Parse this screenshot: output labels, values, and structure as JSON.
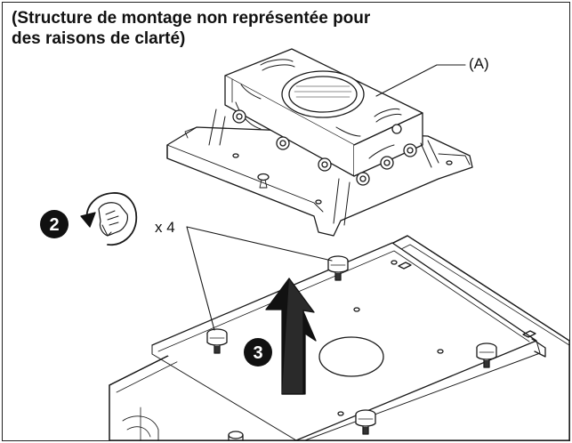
{
  "caption": {
    "line1": "(Structure de montage non représentée pour",
    "line2": "des raisons de clarté)"
  },
  "callout_A": "(A)",
  "quantity_label": "x 4",
  "step_2": "2",
  "step_3": "3",
  "icons": {
    "rotate": "hand-unscrew-icon",
    "lift": "up-arrow-icon"
  }
}
